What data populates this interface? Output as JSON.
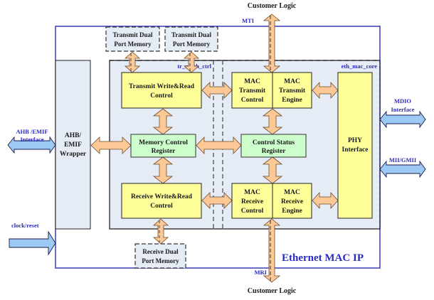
{
  "title": "Ethernet MAC IP",
  "colors": {
    "outer_border": "#3a3ab8",
    "core_fill": "#e6ecf6",
    "wrapper_fill": "#e6ecf6",
    "yellow_block": "#ffff99",
    "green_block": "#ccffcc",
    "internal_arrow": "#fbc896",
    "external_arrow": "#9ccaf5",
    "blue_text": "#2b2bc0",
    "dark_text": "#1a1a1a"
  },
  "external": {
    "customer_logic_top": "Customer Logic",
    "customer_logic_bottom": "Customer Logic",
    "mti": "MTI",
    "mri": "MRI",
    "ahb_emif_interface": [
      "AHB /EMIF",
      "Interface"
    ],
    "clock_reset": "clock/reset",
    "mdio_interface": [
      "MDIO",
      "Interface"
    ],
    "mii_gmii": "MII/GMII"
  },
  "regions": {
    "tr_mac_ctrl": "tr_mach_ctrl",
    "eth_mac_core": "eth_mac_core"
  },
  "blocks": {
    "ahb_emif_wrapper": [
      "AHB/",
      "EMIF",
      "Wrapper"
    ],
    "tx_dpm_1": [
      "Transmit Dual",
      "Port Memory"
    ],
    "tx_dpm_2": [
      "Transmit Dual",
      "Port Memory"
    ],
    "rx_dpm": [
      "Receive Dual",
      "Port Memory"
    ],
    "tx_wr_ctrl": [
      "Transmit Write&Read",
      "Control"
    ],
    "mem_ctrl_reg": [
      "Memory Control",
      "Register"
    ],
    "rx_wr_ctrl": [
      "Receive Write&Read",
      "Control"
    ],
    "mac_tx_ctrl": [
      "MAC",
      "Transmit",
      "Control"
    ],
    "mac_tx_engine": [
      "MAC",
      "Transmit",
      "Engine"
    ],
    "ctrl_status_reg": [
      "Control Status",
      "Register"
    ],
    "mac_rx_ctrl": [
      "MAC",
      "Receive",
      "Control"
    ],
    "mac_rx_engine": [
      "MAC",
      "Receive",
      "Engine"
    ],
    "phy_interface": [
      "PHY",
      "Interface"
    ]
  }
}
